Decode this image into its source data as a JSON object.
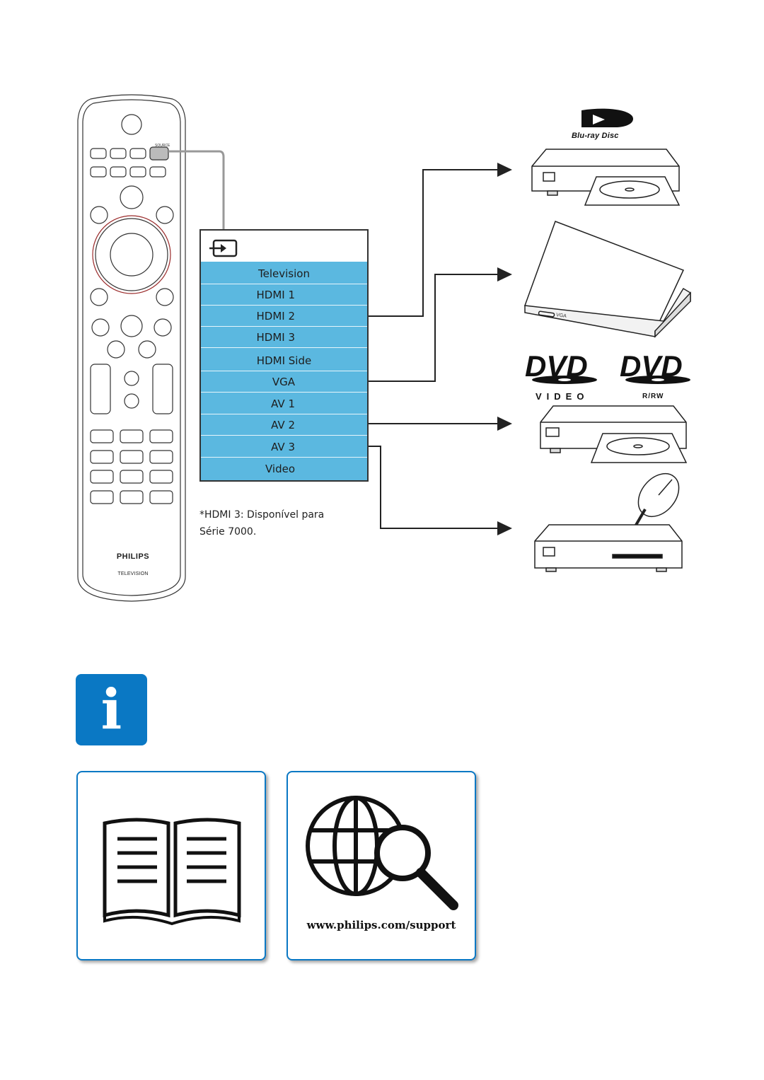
{
  "remote": {
    "brand": "PHILIPS",
    "subtitle": "TELEVISION",
    "source_label": "SOURCE"
  },
  "source_menu": {
    "icon": "source-input-icon",
    "items": [
      "Television",
      "HDMI 1",
      "HDMI 2",
      "HDMI 3",
      "HDMI Side",
      "VGA",
      "AV 1",
      "AV 2",
      "AV 3",
      "Video"
    ]
  },
  "footnote": {
    "line1": "*HDMI 3: Disponível para",
    "line2": "Série 7000."
  },
  "devices": {
    "bluray_logo_text": "Blu-ray Disc",
    "laptop_port_label": "VGA",
    "dvd_video_label": "VIDEO",
    "dvd_rw_label": "R/RW"
  },
  "info": {
    "icon": "info-icon",
    "glyph": "i",
    "color": "#0a78c4"
  },
  "resources": {
    "manual_icon": "open-book-icon",
    "web_icon": "globe-search-icon",
    "support_url": "www.philips.com/support"
  }
}
